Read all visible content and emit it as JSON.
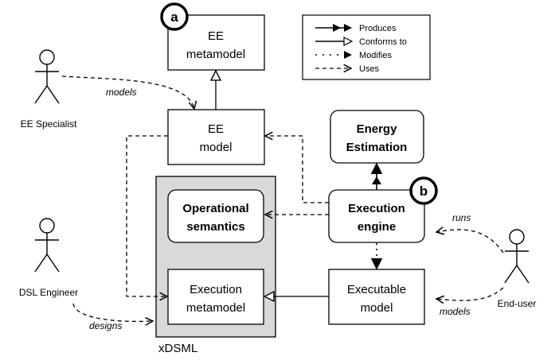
{
  "diagram": {
    "boxes": {
      "ee_metamodel": {
        "line1": "EE",
        "line2": "metamodel"
      },
      "ee_model": {
        "line1": "EE",
        "line2": "model"
      },
      "energy_estimation": {
        "line1": "Energy",
        "line2": "Estimation"
      },
      "operational_semantics": {
        "line1": "Operational",
        "line2": "semantics"
      },
      "execution_engine": {
        "line1": "Execution",
        "line2": "engine"
      },
      "execution_metamodel": {
        "line1": "Execution",
        "line2": "metamodel"
      },
      "executable_model": {
        "line1": "Executable",
        "line2": "model"
      }
    },
    "container_label": "xDSML",
    "markers": {
      "a": "a",
      "b": "b"
    },
    "actors": {
      "ee_specialist": "EE Specialist",
      "dsl_engineer": "DSL Engineer",
      "end_user": "End-user"
    },
    "edge_labels": {
      "models_top": "models",
      "designs": "designs",
      "runs": "runs",
      "models_bottom": "models"
    },
    "legend": {
      "produces": "Produces",
      "conforms_to": "Conforms to",
      "modifies": "Modifies",
      "uses": "Uses"
    }
  }
}
